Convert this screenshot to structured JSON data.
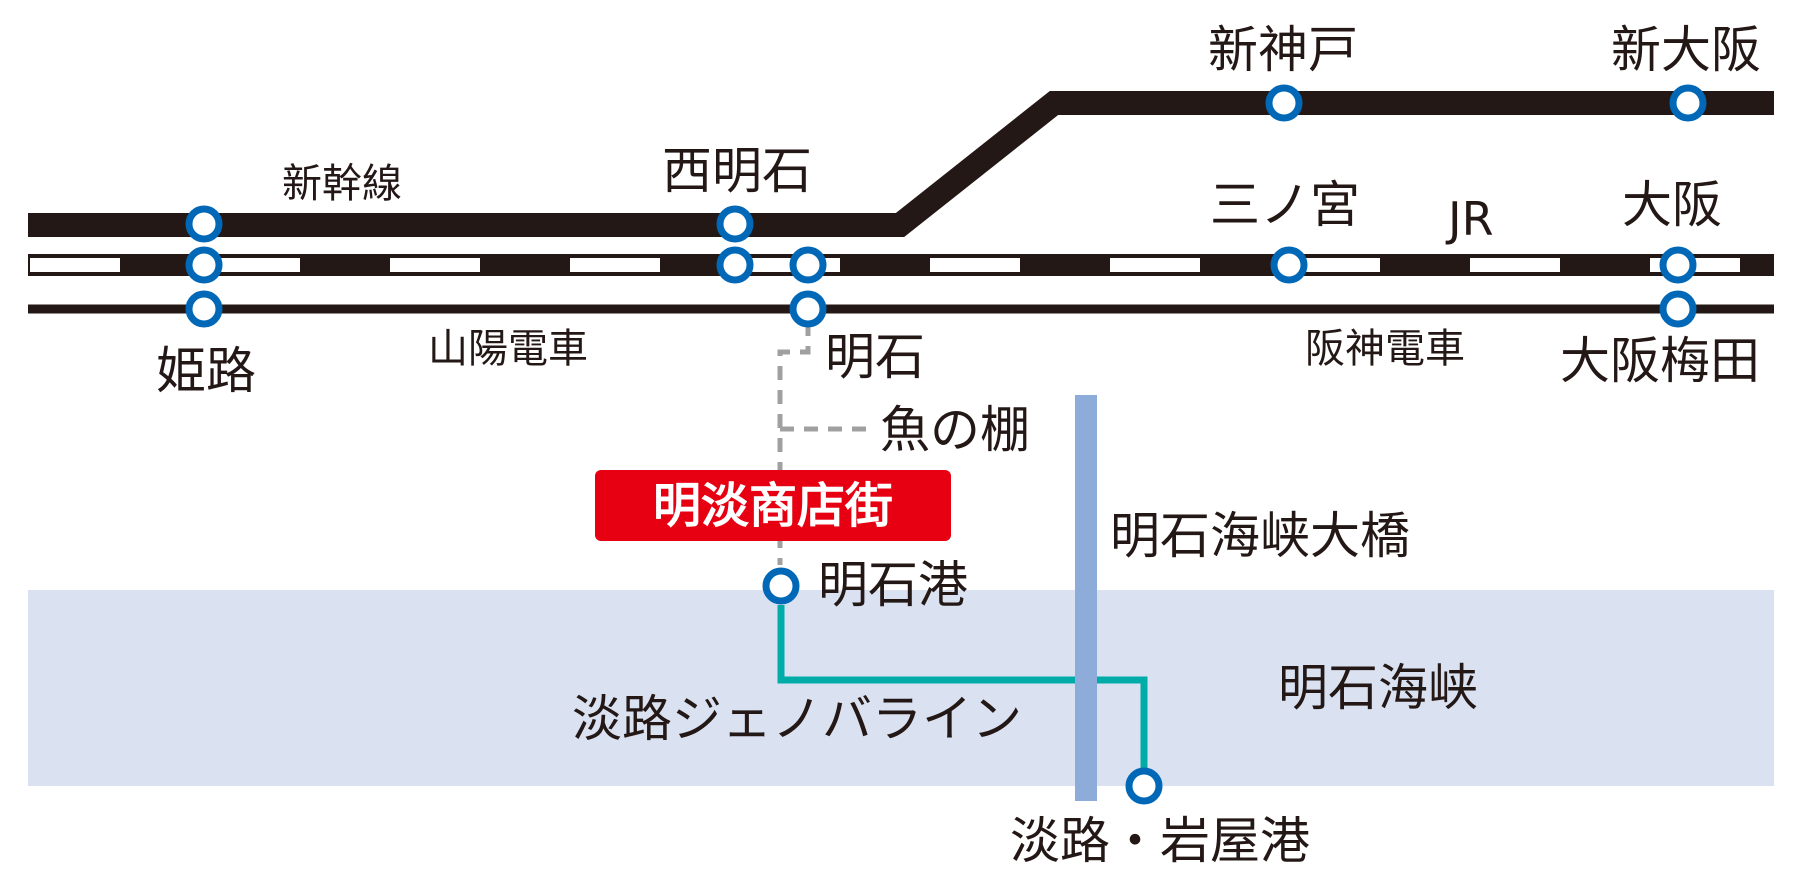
{
  "colors": {
    "rail": "#231815",
    "station_ring": "#0068b7",
    "sea": "#dae2f2",
    "bridge": "#8eacd9",
    "ferry": "#00aca8",
    "local_line": "#a0a0a0",
    "badge": "#e60012"
  },
  "lines": {
    "shinkansen": "新幹線",
    "jr": "JR",
    "sanyo": "山陽電車",
    "hanshin": "阪神電車",
    "ferry": "淡路ジェノバライン",
    "bridge": "明石海峡大橋",
    "strait": "明石海峡"
  },
  "stations": {
    "shin_kobe": "新神戸",
    "shin_osaka": "新大阪",
    "nishi_akashi": "西明石",
    "sannomiya": "三ノ宮",
    "osaka": "大阪",
    "himeji": "姫路",
    "akashi": "明石",
    "osaka_umeda": "大阪梅田",
    "uonotana": "魚の棚",
    "akashi_port": "明石港",
    "awaji_iwaya": "淡路・岩屋港"
  },
  "highlight": {
    "label": "明淡商店街"
  }
}
